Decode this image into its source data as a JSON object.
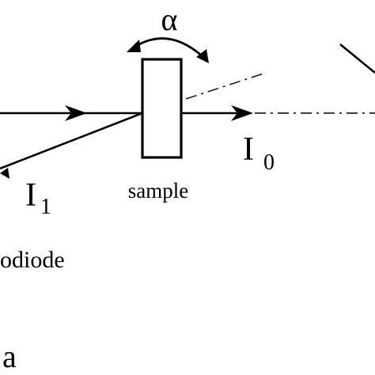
{
  "labels": {
    "angle": "α",
    "transmitted_main": "I",
    "transmitted_main_sub": "0",
    "reflected": "I",
    "reflected_sub": "1",
    "sample": "sample",
    "detector": "odiode",
    "panel": "a"
  },
  "colors": {
    "line": "#000000",
    "background": "#ffffff"
  }
}
